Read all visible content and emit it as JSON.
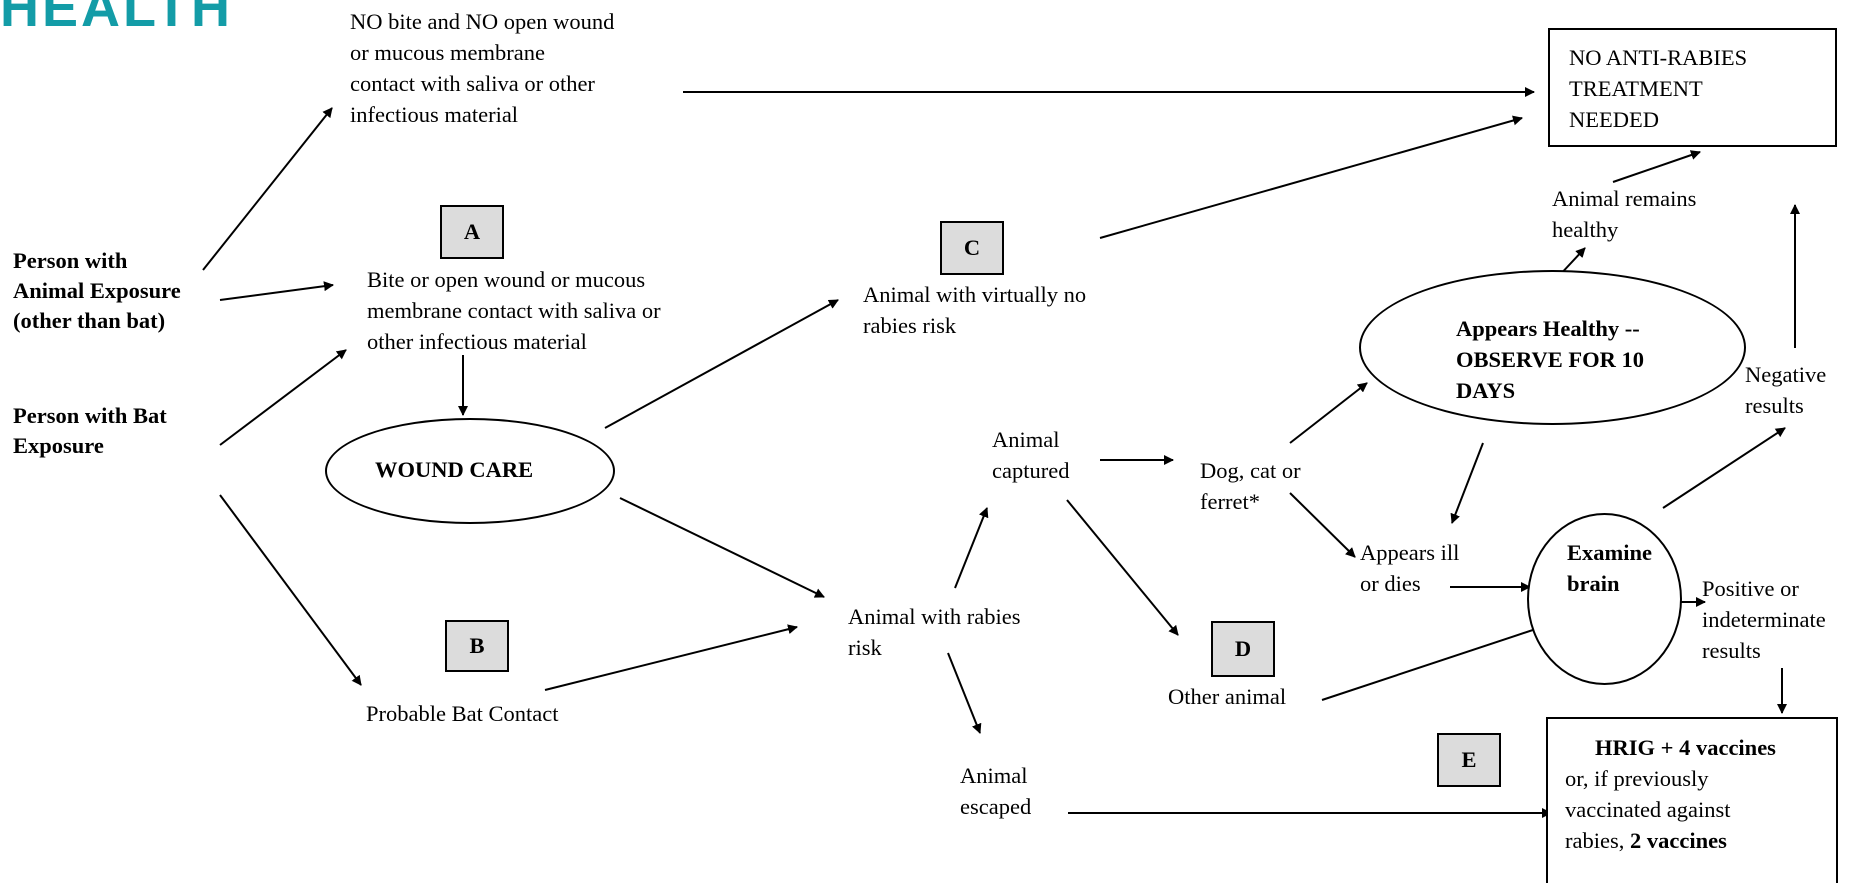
{
  "colors": {
    "logo": "#139ca7",
    "label_fill": "#dcdcdc",
    "line": "#000000"
  },
  "logo": {
    "text": "HEALTH"
  },
  "sources": {
    "person_animal": "Person with\nAnimal Exposure\n(other than bat)",
    "person_bat": "Person with Bat\nExposure"
  },
  "no_contact": "NO bite and NO open wound\nor mucous membrane\ncontact with saliva or other\ninfectious material",
  "bite_contact": "Bite or open wound or mucous\nmembrane contact with saliva or\nother infectious material",
  "wound_care": "WOUND CARE",
  "probable_bat": "Probable Bat Contact",
  "labels": {
    "a": "A",
    "b": "B",
    "c": "C",
    "d": "D",
    "e": "E"
  },
  "no_risk": "Animal with virtually no\nrabies risk",
  "rabies_risk": "Animal with rabies\nrisk",
  "captured": "Animal\ncaptured",
  "escaped": "Animal\nescaped",
  "dog_cat": "Dog, cat or\nferret*",
  "other_animal": "Other animal",
  "observe": "Appears Healthy --\nOBSERVE FOR 10\nDAYS",
  "appears_ill": "Appears ill\nor dies",
  "examine": "Examine\nbrain",
  "remains_healthy": "Animal remains\nhealthy",
  "negative": "Negative\nresults",
  "positive": "Positive or\nindeterminate\nresults",
  "no_treatment": "NO ANTI-RABIES\nTREATMENT\nNEEDED",
  "treatment": {
    "line1": "HRIG + 4 vaccines",
    "line2": "or, if previously\nvaccinated against\nrabies, ",
    "line2_bold": "2 vaccines"
  }
}
